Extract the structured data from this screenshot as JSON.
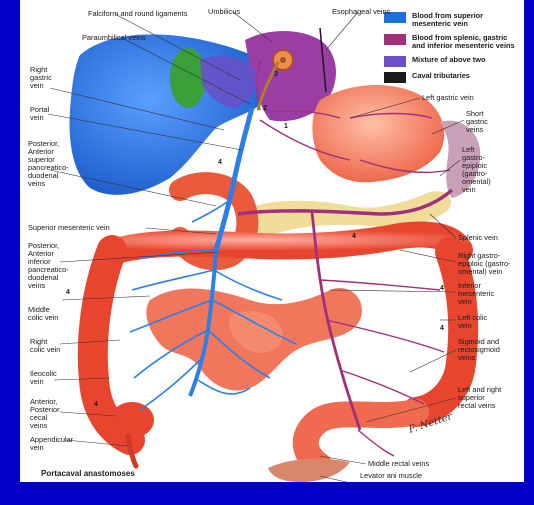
{
  "title": "Portacaval anastomoses",
  "signature": "F. Netter",
  "legend": [
    {
      "label": "Blood from superior\nmesenteric vein",
      "color": "#1e6fe0"
    },
    {
      "label": "Blood from splenic, gastric\nand inferior mesenteric veins",
      "color": "#a0307a"
    },
    {
      "label": "Mixture of above two",
      "color": "#6a4fc8"
    },
    {
      "label": "Caval tributaries",
      "color": "#1a1a1a"
    }
  ],
  "labels": {
    "falciform": "Falciform and round ligaments",
    "umbilicus": "Umbilicus",
    "esophageal": "Esophageal veins",
    "paraumbilical": "Paraumbilical veins",
    "right_gastric": "Right\ngastric\nvein",
    "portal": "Portal\nvein",
    "post_ant_sup": "Posterior,\nAnterior\nsuperior\npancreatico-\nduodenal\nveins",
    "sup_mesenteric": "Superior mesenteric vein",
    "post_ant_inf": "Posterior,\nAnterior\ninferior\npancreatico-\nduodenal\nveins",
    "middle_colic": "Middle\ncolic vein",
    "right_colic": "Right\ncolic vein",
    "ileocolic": "Ileocolic\nvein",
    "cecal": "Anterior,\nPosterior\ncecal\nveins",
    "appendicular": "Appendicular\nvein",
    "left_gastric": "Left gastric vein",
    "short_gastric": "Short\ngastric\nveins",
    "left_gastroepiploic": "Left\ngastro-\nepiploic\n(gastro-\nomental)\nvein",
    "splenic": "Splenic vein",
    "right_gastroepiploic": "Right gastro-\nepiploic (gastro-\nomental) vein",
    "inf_mesenteric": "Inferior\nmesenteric\nvein",
    "left_colic": "Left colic\nvein",
    "sigmoid": "Sigmoid and\nrectosigmoid\nveins",
    "rectal_sup": "Left and right\nsuperior\nrectal veins",
    "middle_rectal": "Middle rectal veins",
    "levator": "Levator ani muscle",
    "num_1": "1",
    "num_2": "2",
    "num_3": "3",
    "num_4": "4"
  }
}
